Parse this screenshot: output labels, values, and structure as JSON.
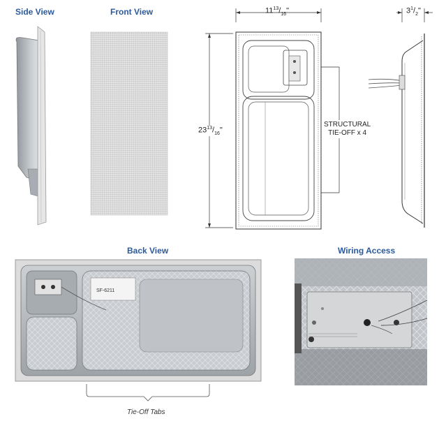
{
  "labels": {
    "side_view": "Side View",
    "front_view": "Front View",
    "back_view": "Back View",
    "wiring_access": "Wiring Access"
  },
  "dimensions": {
    "width": {
      "whole": "11",
      "num": "13",
      "den": "16",
      "unit": "\""
    },
    "height": {
      "whole": "23",
      "num": "13",
      "den": "16",
      "unit": "\""
    },
    "depth": {
      "whole": "3",
      "num": "1",
      "den": "2",
      "unit": "\""
    }
  },
  "callouts": {
    "structural_line1": "STRUCTURAL",
    "structural_line2": "TIE-OFF x 4",
    "tie_off_tabs": "Tie-Off Tabs"
  },
  "product": {
    "label_text": "SF-6211"
  },
  "colors": {
    "heading": "#2a5a9c",
    "line": "#333333",
    "grille": "#d9d9d9",
    "metal": "#b8bcc0",
    "dark_metal": "#6e7378"
  }
}
